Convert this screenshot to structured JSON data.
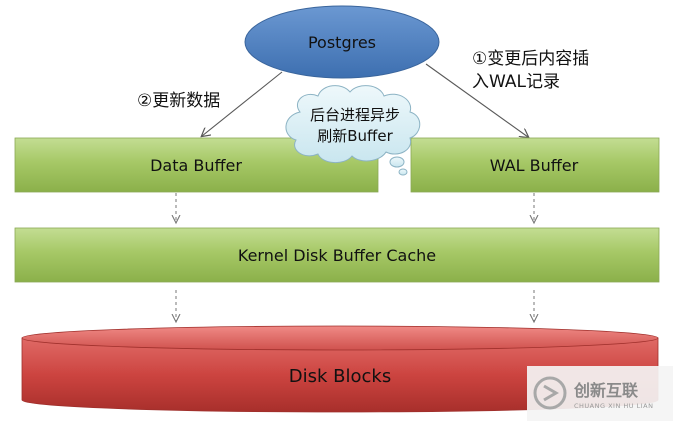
{
  "nodes": {
    "postgres": "Postgres",
    "data_buffer": "Data Buffer",
    "wal_buffer": "WAL Buffer",
    "kernel_cache": "Kernel Disk Buffer Cache",
    "disk_blocks": "Disk Blocks"
  },
  "labels": {
    "update_data": "②更新数据",
    "wal_record_line1": "①变更后内容插",
    "wal_record_line2": "入WAL记录",
    "cloud_line1": "后台进程异步",
    "cloud_line2": "刷新Buffer"
  },
  "watermark": {
    "name": "创新互联",
    "pinyin": "CHUANG XIN HU LIAN"
  },
  "colors": {
    "ellipse_fill": "#4f81bd",
    "buffer_fill": "#9bbb59",
    "disk_fill": "#c0504d",
    "cloud_fill": "#dbeef4",
    "arrow": "#595959"
  }
}
